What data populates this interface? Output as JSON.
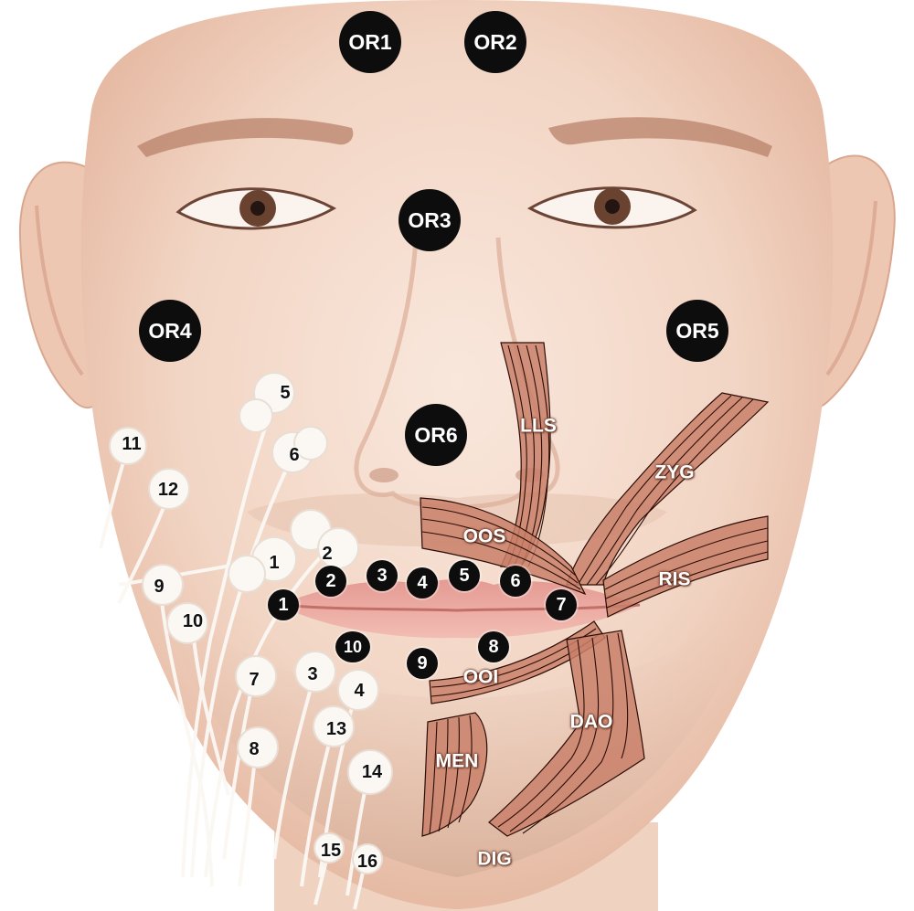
{
  "colors": {
    "skin_light": "#f7e3d6",
    "skin_mid": "#edc9b5",
    "skin_shadow": "#d9a98e",
    "muscle_fill": "#c9806a",
    "muscle_line": "#2a0d06",
    "lips": "#e8a097",
    "electrode_black": "#0d0d0d",
    "sensor_white": "#fbf8f4"
  },
  "reference_electrodes": [
    {
      "id": "or1",
      "label": "OR1"
    },
    {
      "id": "or2",
      "label": "OR2"
    },
    {
      "id": "or3",
      "label": "OR3"
    },
    {
      "id": "or4",
      "label": "OR4"
    },
    {
      "id": "or5",
      "label": "OR5"
    },
    {
      "id": "or6",
      "label": "OR6"
    }
  ],
  "marker_points": [
    {
      "id": "m1",
      "label": "1"
    },
    {
      "id": "m2",
      "label": "2"
    },
    {
      "id": "m3",
      "label": "3"
    },
    {
      "id": "m4",
      "label": "4"
    },
    {
      "id": "m5",
      "label": "5"
    },
    {
      "id": "m6",
      "label": "6"
    },
    {
      "id": "m7",
      "label": "7"
    },
    {
      "id": "m8",
      "label": "8"
    },
    {
      "id": "m9",
      "label": "9"
    },
    {
      "id": "m10",
      "label": "10"
    }
  ],
  "sensor_electrodes": [
    {
      "id": "s1",
      "label": "1"
    },
    {
      "id": "s2",
      "label": "2"
    },
    {
      "id": "s3",
      "label": "3"
    },
    {
      "id": "s4",
      "label": "4"
    },
    {
      "id": "s5",
      "label": "5"
    },
    {
      "id": "s6",
      "label": "6"
    },
    {
      "id": "s7",
      "label": "7"
    },
    {
      "id": "s8",
      "label": "8"
    },
    {
      "id": "s9",
      "label": "9"
    },
    {
      "id": "s10",
      "label": "10"
    },
    {
      "id": "s11",
      "label": "11"
    },
    {
      "id": "s12",
      "label": "12"
    },
    {
      "id": "s13",
      "label": "13"
    },
    {
      "id": "s14",
      "label": "14"
    },
    {
      "id": "s15",
      "label": "15"
    },
    {
      "id": "s16",
      "label": "16"
    }
  ],
  "muscles": [
    {
      "id": "lls",
      "label": "LLS"
    },
    {
      "id": "zyg",
      "label": "ZYG"
    },
    {
      "id": "oos",
      "label": "OOS"
    },
    {
      "id": "ris",
      "label": "RIS"
    },
    {
      "id": "ooi",
      "label": "OOI"
    },
    {
      "id": "dao",
      "label": "DAO"
    },
    {
      "id": "men",
      "label": "MEN"
    },
    {
      "id": "dig",
      "label": "DIG"
    }
  ]
}
